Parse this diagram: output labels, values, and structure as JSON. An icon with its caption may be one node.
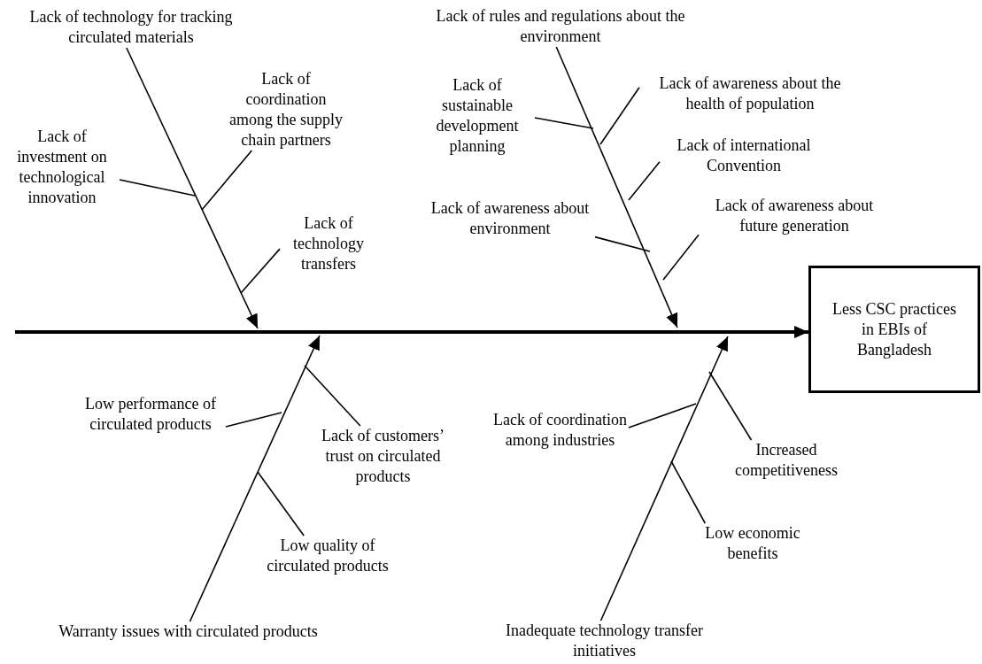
{
  "diagram": {
    "nodes": [
      {
        "text": [
          "Lack of technology for tracking circulated materials"
        ]
      },
      {
        "text": [
          "Lack of coordination among the supply chain partners"
        ]
      },
      {
        "text": [
          "Lack of investment on technological innovation"
        ]
      },
      {
        "text": [
          "Lack of technology transfers"
        ]
      },
      {
        "text": [
          "Lack of rules and regulations about the environment"
        ]
      },
      {
        "text": [
          "Lack of sustainable development planning"
        ]
      },
      {
        "text": [
          "Lack of awareness about the health of population"
        ]
      },
      {
        "text": [
          "Lack of international Convention"
        ]
      },
      {
        "text": [
          "Lack of awareness about environment"
        ]
      },
      {
        "text": [
          "Lack of awareness about future generation"
        ]
      },
      {
        "text": [
          "Less CSC practices in EBIs of Bangladesh"
        ]
      },
      {
        "text": [
          "Low performance of circulated products"
        ]
      },
      {
        "text": [
          "Lack of customers’ trust on circulated products"
        ]
      },
      {
        "text": [
          "Low quality of circulated products"
        ]
      },
      {
        "text": [
          "Warranty issues with circulated products"
        ]
      },
      {
        "text": [
          "Lack of coordination among industries"
        ]
      },
      {
        "text": [
          "Increased competitiveness"
        ]
      },
      {
        "text": [
          "Low economic benefits"
        ]
      },
      {
        "text": [
          "Inadequate technology transfer initiatives"
        ]
      }
    ],
    "edges": [
      {
        "from": null,
        "to": 10,
        "arrow": "to",
        "style": "thick"
      },
      {
        "from": 0,
        "to": null,
        "arrow": "to"
      },
      {
        "from": 2,
        "to": null,
        "arrow": "none"
      },
      {
        "from": 1,
        "to": null,
        "arrow": "none"
      },
      {
        "from": 3,
        "to": null,
        "arrow": "none"
      },
      {
        "from": 4,
        "to": null,
        "arrow": "to"
      },
      {
        "from": 5,
        "to": null,
        "arrow": "none"
      },
      {
        "from": 6,
        "to": null,
        "arrow": "none"
      },
      {
        "from": 7,
        "to": null,
        "arrow": "none"
      },
      {
        "from": 8,
        "to": null,
        "arrow": "none"
      },
      {
        "from": 9,
        "to": null,
        "arrow": "none"
      },
      {
        "from": 14,
        "to": null,
        "arrow": "to"
      },
      {
        "from": 11,
        "to": null,
        "arrow": "none"
      },
      {
        "from": 12,
        "to": null,
        "arrow": "none"
      },
      {
        "from": 13,
        "to": null,
        "arrow": "none"
      },
      {
        "from": 18,
        "to": null,
        "arrow": "to"
      },
      {
        "from": 15,
        "to": null,
        "arrow": "none"
      },
      {
        "from": 16,
        "to": null,
        "arrow": "none"
      },
      {
        "from": 17,
        "to": null,
        "arrow": "none"
      }
    ]
  }
}
